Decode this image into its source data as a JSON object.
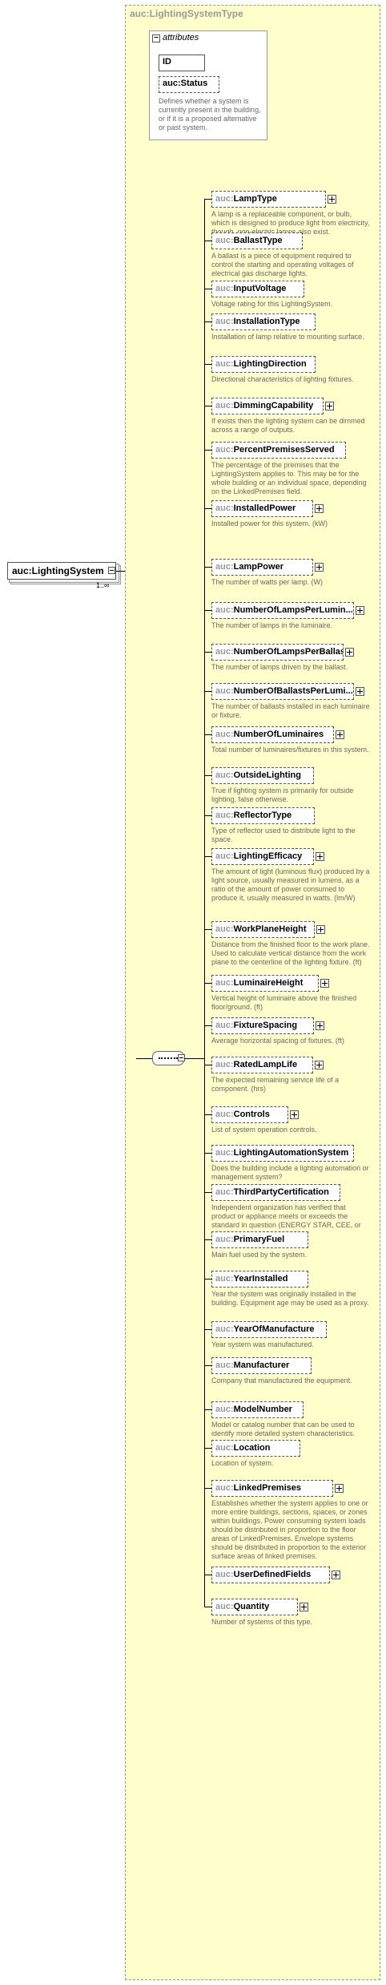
{
  "type_title": "auc:LightingSystemType",
  "attributes": {
    "header": "attributes",
    "items": [
      {
        "name": "ID",
        "optional": false,
        "desc": ""
      },
      {
        "name": "auc:Status",
        "optional": true,
        "desc": "Defines whether a system is currently present in the building, or if it is a proposed alternative or past system."
      }
    ]
  },
  "root": {
    "name": "auc:LightingSystem",
    "cardinality": "1..∞"
  },
  "children": [
    {
      "prefix": "auc:",
      "name": "LampType",
      "expand": true,
      "desc": "A lamp is a replaceable component, or bulb, which is designed to produce light from electricity, though, non-electric lamps also exist."
    },
    {
      "prefix": "auc:",
      "name": "BallastType",
      "expand": false,
      "desc": "A ballast is a piece of equipment required to control the starting and operating voltages of electrical gas discharge lights."
    },
    {
      "prefix": "auc:",
      "name": "InputVoltage",
      "expand": false,
      "desc": "Voltage rating for this LightingSystem."
    },
    {
      "prefix": "auc:",
      "name": "InstallationType",
      "expand": false,
      "desc": "Installation of lamp relative to mounting surface."
    },
    {
      "prefix": "auc:",
      "name": "LightingDirection",
      "expand": false,
      "desc": "Directional characteristics of lighting fixtures."
    },
    {
      "prefix": "auc:",
      "name": "DimmingCapability",
      "expand": true,
      "desc": "If exists then the lighting system can be dimmed across a range of outputs."
    },
    {
      "prefix": "auc:",
      "name": "PercentPremisesServed",
      "expand": false,
      "desc": "The percentage of the premises that the LightingSystem applies to. This may be for the whole building or an individual space, depending on the LinkedPremises field."
    },
    {
      "prefix": "auc:",
      "name": "InstalledPower",
      "expand": true,
      "desc": "Installed power for this system. (kW)"
    },
    {
      "prefix": "auc:",
      "name": "LampPower",
      "expand": true,
      "desc": "The number of watts per lamp. (W)"
    },
    {
      "prefix": "auc:",
      "name": "NumberOfLampsPerLumin...",
      "expand": true,
      "desc": "The number of lamps in the luminaire."
    },
    {
      "prefix": "auc:",
      "name": "NumberOfLampsPerBallast",
      "expand": true,
      "desc": "The number of lamps driven by the ballast."
    },
    {
      "prefix": "auc:",
      "name": "NumberOfBallastsPerLumi...",
      "expand": true,
      "desc": "The number of ballasts installed in each luminaire or fixture."
    },
    {
      "prefix": "auc:",
      "name": "NumberOfLuminaires",
      "expand": true,
      "desc": "Total number of luminaires/fixtures in this system."
    },
    {
      "prefix": "auc:",
      "name": "OutsideLighting",
      "expand": false,
      "desc": "True if lighting system is primarily for outside lighting, false otherwise."
    },
    {
      "prefix": "auc:",
      "name": "ReflectorType",
      "expand": false,
      "desc": "Type of reflector used to distribute light to the space."
    },
    {
      "prefix": "auc:",
      "name": "LightingEfficacy",
      "expand": true,
      "desc": "The amount of light (luminous flux) produced by a light source, usually measured in lumens, as a ratio of the amount of power consumed to produce it, usually measured in watts. (lm/W)"
    },
    {
      "prefix": "auc:",
      "name": "WorkPlaneHeight",
      "expand": true,
      "desc": "Distance from the finished floor to the work plane. Used to calculate vertical distance from the work plane to the centerline of the lighting fixture. (ft)"
    },
    {
      "prefix": "auc:",
      "name": "LuminaireHeight",
      "expand": true,
      "desc": "Vertical height of luminaire above the finished floor/ground. (ft)"
    },
    {
      "prefix": "auc:",
      "name": "FixtureSpacing",
      "expand": true,
      "desc": "Average horizontal spacing of fixtures. (ft)"
    },
    {
      "prefix": "auc:",
      "name": "RatedLampLife",
      "expand": true,
      "desc": "The expected remaining service life of a component. (hrs)"
    },
    {
      "prefix": "auc:",
      "name": "Controls",
      "expand": true,
      "desc": "List of system operation controls."
    },
    {
      "prefix": "auc:",
      "name": "LightingAutomationSystem",
      "expand": false,
      "desc": "Does the building include a lighting automation or management system?"
    },
    {
      "prefix": "auc:",
      "name": "ThirdPartyCertification",
      "expand": false,
      "desc": "Independent organization has verified that product or appliance meets or exceeds the standard in question (ENERGY STAR, CEE, or other)."
    },
    {
      "prefix": "auc:",
      "name": "PrimaryFuel",
      "expand": false,
      "desc": "Main fuel used by the system."
    },
    {
      "prefix": "auc:",
      "name": "YearInstalled",
      "expand": false,
      "desc": "Year the system was originally installed in the building. Equipment age may be used as a proxy."
    },
    {
      "prefix": "auc:",
      "name": "YearOfManufacture",
      "expand": false,
      "desc": "Year system was manufactured."
    },
    {
      "prefix": "auc:",
      "name": "Manufacturer",
      "expand": false,
      "desc": "Company that manufactured the equipment."
    },
    {
      "prefix": "auc:",
      "name": "ModelNumber",
      "expand": false,
      "desc": "Model or catalog number that can be used to identify more detailed system characteristics."
    },
    {
      "prefix": "auc:",
      "name": "Location",
      "expand": false,
      "desc": "Location of system."
    },
    {
      "prefix": "auc:",
      "name": "LinkedPremises",
      "expand": true,
      "desc": "Establishes whether the system applies to one or more entire buildings, sections, spaces, or zones within buildings. Power consuming system loads should be distributed in proportion to the floor areas of LinkedPremises. Envelope systems should be distributed in proportion to the exterior surface areas of linked premises."
    },
    {
      "prefix": "auc:",
      "name": "UserDefinedFields",
      "expand": true,
      "desc": ""
    },
    {
      "prefix": "auc:",
      "name": "Quantity",
      "expand": true,
      "desc": "Number of systems of this type."
    }
  ]
}
